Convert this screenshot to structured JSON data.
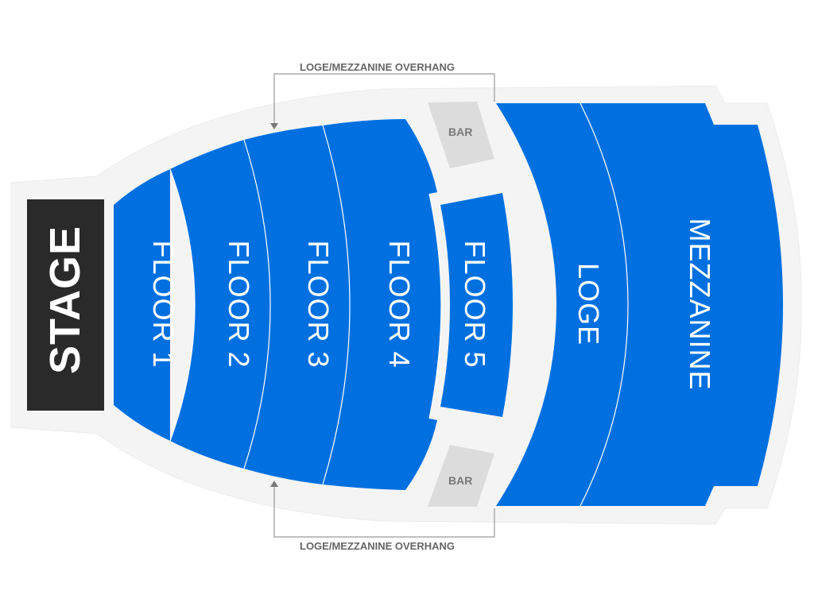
{
  "map": {
    "stage": {
      "label": "STAGE",
      "color": "#2a2a2a"
    },
    "sections": [
      {
        "id": "floor-1",
        "label": "FLOOR 1"
      },
      {
        "id": "floor-2",
        "label": "FLOOR 2"
      },
      {
        "id": "floor-3",
        "label": "FLOOR 3"
      },
      {
        "id": "floor-4",
        "label": "FLOOR 4"
      },
      {
        "id": "floor-5",
        "label": "FLOOR 5"
      },
      {
        "id": "loge",
        "label": "LOGE"
      },
      {
        "id": "mezzanine",
        "label": "MEZZANINE"
      }
    ],
    "bars": [
      {
        "label": "BAR",
        "position": "top"
      },
      {
        "label": "BAR",
        "position": "bottom"
      }
    ],
    "annotations": {
      "top": "LOGE/MEZZANINE OVERHANG",
      "bottom": "LOGE/MEZZANINE OVERHANG"
    },
    "colors": {
      "section": "#0070e0",
      "venue_bg": "#f4f4f4",
      "bar": "#dcdcdc",
      "stage": "#2a2a2a",
      "label": "#ffffff"
    }
  }
}
